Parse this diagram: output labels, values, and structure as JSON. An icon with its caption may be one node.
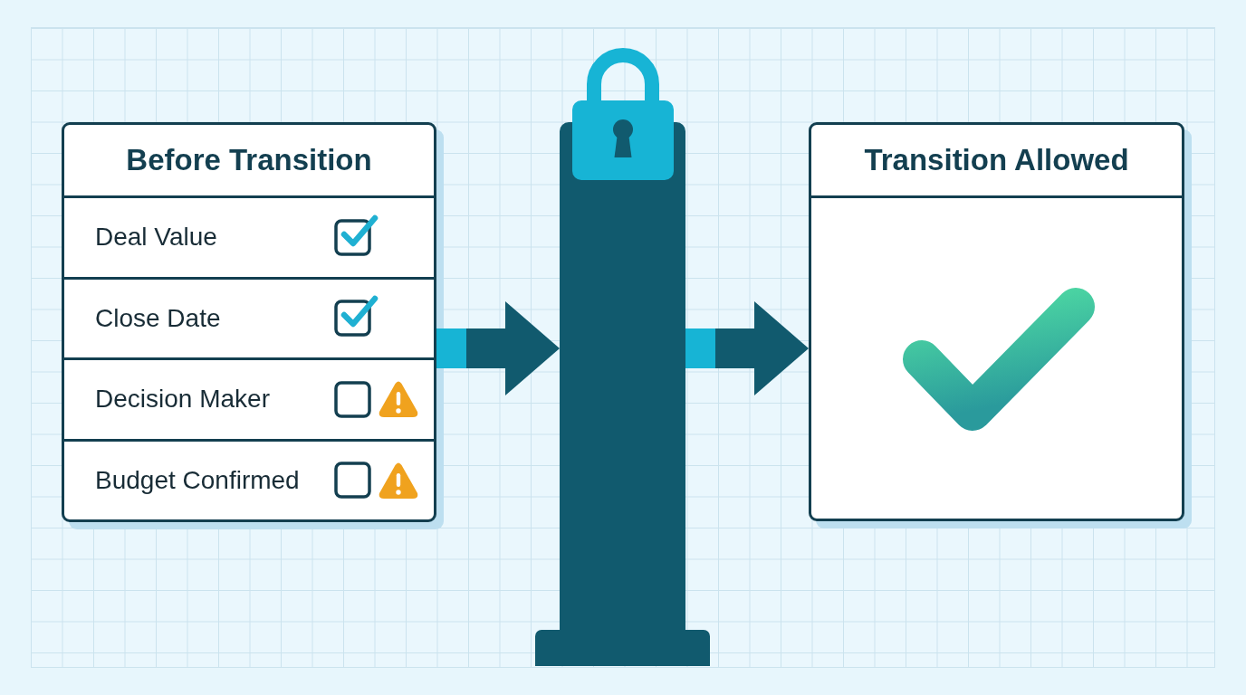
{
  "diagram": {
    "nodes": [
      {
        "text": [
          "Before Transition"
        ]
      },
      {
        "text": [
          "Deal Value"
        ],
        "in": 0
      },
      {
        "text": [
          "Close Date"
        ],
        "in": 0
      },
      {
        "text": [
          "Decision Maker"
        ],
        "in": 0
      },
      {
        "text": [
          "Budget Confirmed"
        ],
        "in": 0
      },
      {
        "text": [],
        "shape": "bar"
      },
      {
        "text": [
          "Transition Allowed"
        ]
      },
      {
        "text": [],
        "shape": "bar"
      }
    ],
    "edges": [
      {
        "from": 0,
        "to": 5,
        "arrow": "to",
        "style": "thick"
      },
      {
        "from": 5,
        "to": 6,
        "arrow": "to",
        "style": "thick"
      }
    ]
  }
}
